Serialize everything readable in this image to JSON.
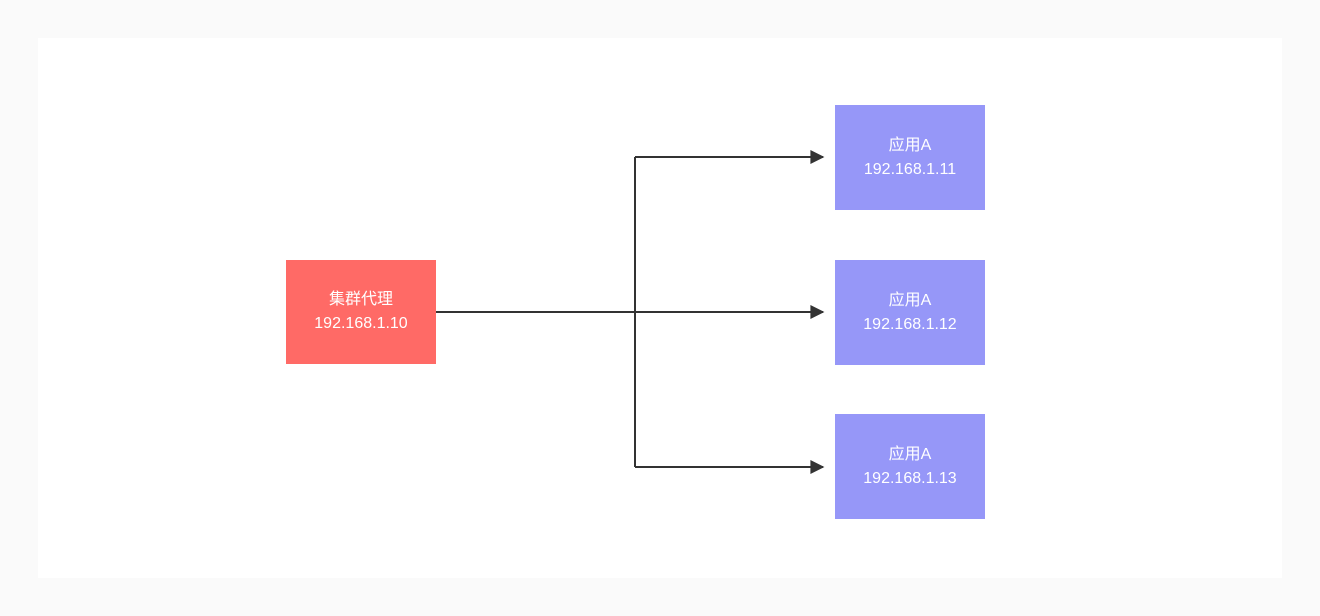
{
  "diagram": {
    "proxy": {
      "label": "集群代理",
      "ip": "192.168.1.10"
    },
    "apps": [
      {
        "label": "应用A",
        "ip": "192.168.1.11"
      },
      {
        "label": "应用A",
        "ip": "192.168.1.12"
      },
      {
        "label": "应用A",
        "ip": "192.168.1.13"
      }
    ],
    "colors": {
      "proxy_fill": "#ff6a66",
      "app_fill": "#9697f8",
      "connector": "#333333",
      "canvas_bg": "#fafafa",
      "panel_bg": "#ffffff",
      "node_text": "#ffffff"
    }
  }
}
